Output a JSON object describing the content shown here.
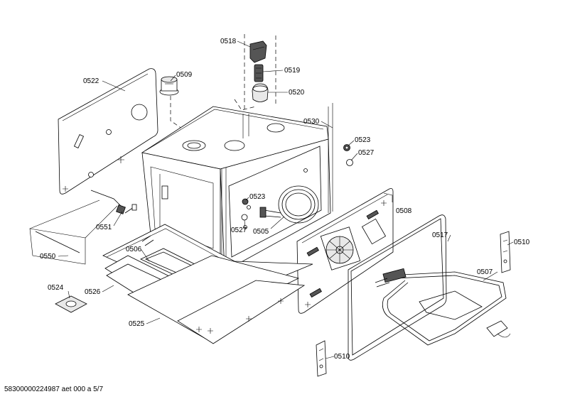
{
  "labels": {
    "p0518": "0518",
    "p0519": "0519",
    "p0520": "0520",
    "p0509": "0509",
    "p0522": "0522",
    "p0530": "0530",
    "p0523a": "0523",
    "p0527a": "0527",
    "p0523b": "0523",
    "p0527b": "0527",
    "p0505": "0505",
    "p0508": "0508",
    "p0551": "0551",
    "p0550": "0550",
    "p0506": "0506",
    "p0517": "0517",
    "p0510a": "0510",
    "p0507": "0507",
    "p0524": "0524",
    "p0526": "0526",
    "p0525": "0525",
    "p0510b": "0510"
  },
  "footer": {
    "text": "58300000224987 aet 000 a 5/7"
  }
}
